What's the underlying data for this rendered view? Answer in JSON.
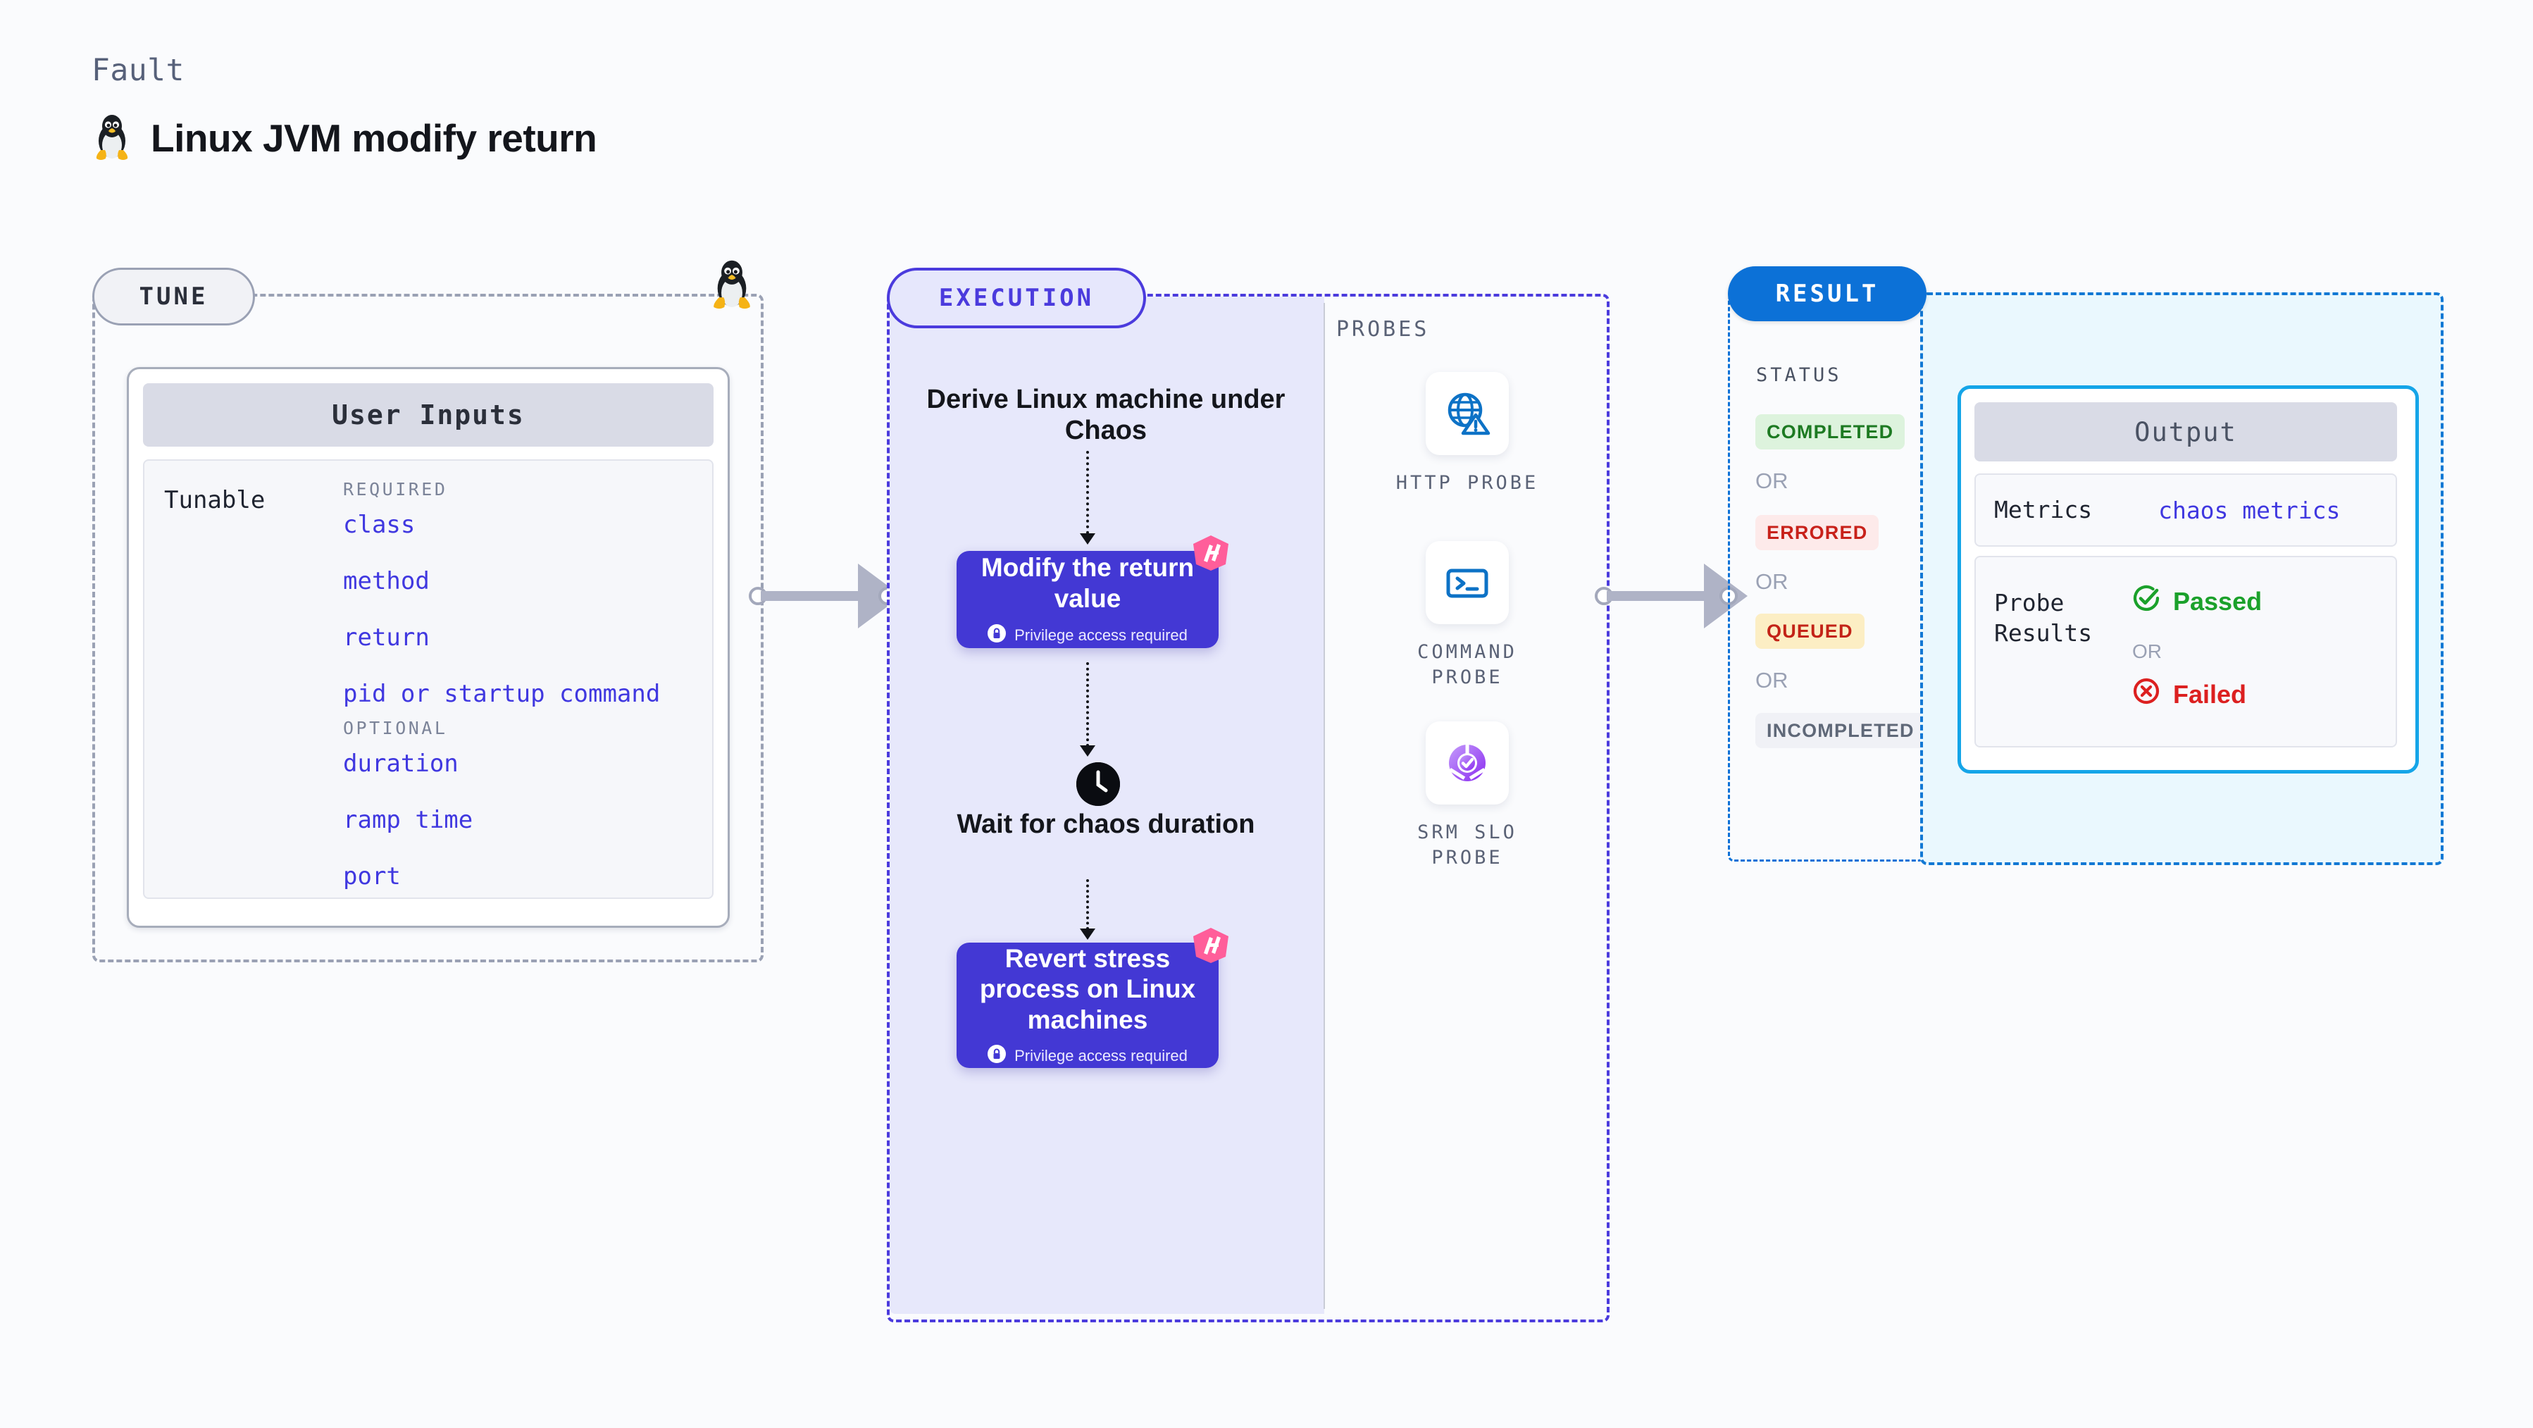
{
  "header": {
    "kicker": "Fault",
    "title": "Linux JVM modify return",
    "icon": "linux-penguin-icon"
  },
  "tune": {
    "chip_label": "TUNE",
    "card_title": "User Inputs",
    "tunable_label": "Tunable",
    "groups": [
      {
        "heading": "REQUIRED",
        "fields": [
          "class",
          "method",
          "return",
          "pid or startup command"
        ]
      },
      {
        "heading": "OPTIONAL",
        "fields": [
          "duration",
          "ramp time",
          "port"
        ]
      }
    ]
  },
  "execution": {
    "chip_label": "EXECUTION",
    "steps": [
      {
        "type": "text",
        "label": "Derive Linux machine under Chaos"
      },
      {
        "type": "action",
        "label": "Modify the return value",
        "privilege": "Privilege access required",
        "badge": "harness-logo-icon"
      },
      {
        "type": "wait",
        "label": "Wait for chaos duration",
        "icon": "clock-icon"
      },
      {
        "type": "action",
        "label": "Revert stress process on Linux machines",
        "privilege": "Privilege access required",
        "badge": "harness-logo-icon"
      }
    ]
  },
  "probes": {
    "section_label": "PROBES",
    "items": [
      {
        "label": "HTTP PROBE",
        "icon": "globe-warning-icon"
      },
      {
        "label": "COMMAND PROBE",
        "icon": "terminal-icon"
      },
      {
        "label": "SRM SLO PROBE",
        "icon": "slo-check-icon"
      }
    ]
  },
  "result": {
    "chip_label": "RESULT",
    "status_label": "STATUS",
    "or_label": "OR",
    "statuses": [
      {
        "label": "COMPLETED",
        "bg": "#ddf3dd",
        "fg": "#1d7a22"
      },
      {
        "label": "ERRORED",
        "bg": "#fdeaea",
        "fg": "#c8211a"
      },
      {
        "label": "QUEUED",
        "bg": "#fceec4",
        "fg": "#c32317"
      },
      {
        "label": "INCOMPLETED",
        "bg": "#f0f1f6",
        "fg": "#5f6878"
      }
    ]
  },
  "output": {
    "card_title": "Output",
    "metrics_label": "Metrics",
    "metrics_value": "chaos metrics",
    "probe_results_label": "Probe Results",
    "passed_label": "Passed",
    "failed_label": "Failed",
    "or_label": "OR",
    "passed_icon": "check-circle-icon",
    "failed_icon": "x-circle-icon"
  },
  "colors": {
    "background": "#fafbfd",
    "execution_accent": "#4b3bdd",
    "execution_fill": "#e7e8fb",
    "result_accent": "#0c71d7",
    "output_accent": "#15a5e8",
    "output_fill": "#eaf8fe",
    "action_card": "#4338d4",
    "harness_pink": "#ff5e9a",
    "tune_border": "#9aa1b4",
    "field_text": "#4038e0"
  }
}
